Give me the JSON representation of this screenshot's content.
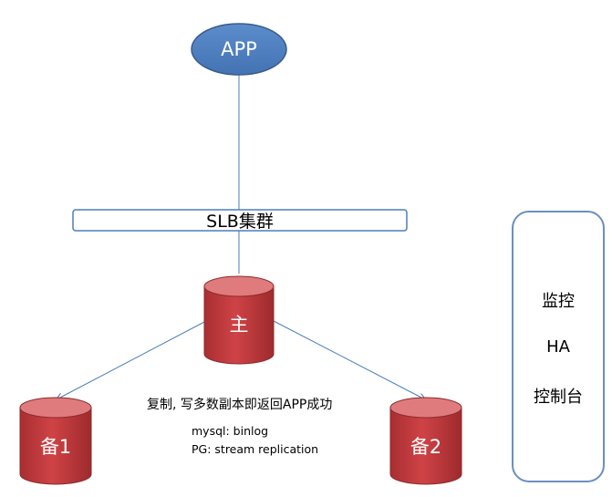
{
  "nodes": {
    "app": {
      "label": "APP"
    },
    "slb": {
      "label": "SLB集群"
    },
    "primary": {
      "label": "主"
    },
    "standby1": {
      "label": "备1"
    },
    "standby2": {
      "label": "备2"
    }
  },
  "replication_note": {
    "main": "复制, 写多数副本即返回APP成功",
    "mysql": "mysql: binlog",
    "pg": "PG: stream replication"
  },
  "side_panel": {
    "line1": "监控",
    "line2": "HA",
    "line3": "控制台"
  },
  "colors": {
    "app_fill": "#4f81bd",
    "app_stroke": "#385d8a",
    "db_fill": "#c0393c",
    "db_top": "#e07b7d",
    "db_stroke": "#8c2a2c",
    "line": "#4a7ebb",
    "panel_stroke": "#6a8fc0"
  }
}
